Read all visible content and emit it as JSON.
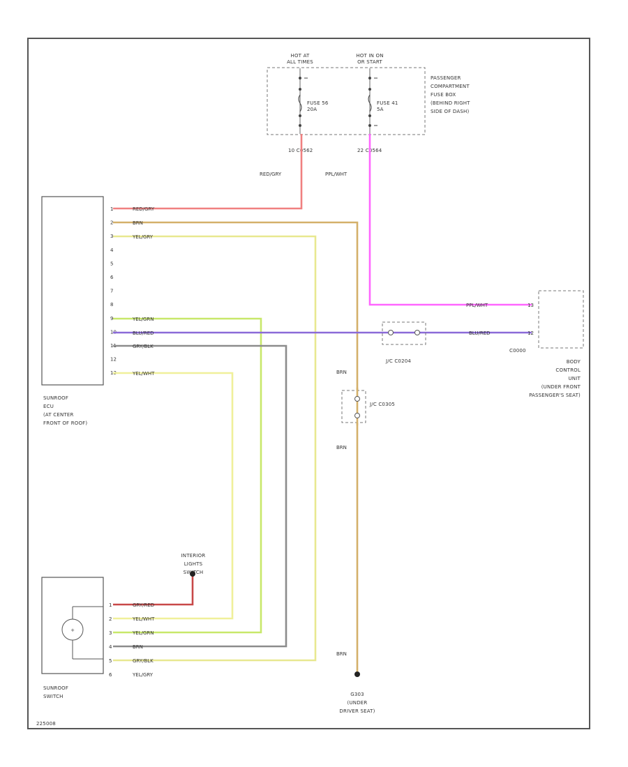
{
  "fuse_box": {
    "hot_left": [
      "HOT AT",
      "ALL TIMES"
    ],
    "hot_right": [
      "HOT IN ON",
      "OR START"
    ],
    "fuse_left": [
      "FUSE 56",
      "20A"
    ],
    "fuse_right": [
      "FUSE 41",
      "5A"
    ],
    "location": [
      "PASSENGER",
      "COMPARTMENT",
      "FUSE BOX",
      "(BEHIND RIGHT",
      "SIDE OF DASH)"
    ],
    "conn_left": "10  C0562",
    "conn_right": "22  C0564",
    "wire_left": "RED/GRY",
    "wire_right": "PPL/WHT"
  },
  "ecu": {
    "label": [
      "SUNROOF",
      "ECU",
      "(AT CENTER",
      "FRONT OF ROOF)"
    ],
    "pins": [
      "1",
      "2",
      "3",
      "4",
      "5",
      "6",
      "7",
      "8",
      "9",
      "10",
      "11",
      "12",
      "13"
    ],
    "wires": {
      "p1": "RED/GRY",
      "p2": "BRN",
      "p3": "YEL/GRY",
      "p9": "YEL/GRN",
      "p10": "BLU/RED",
      "p11": "GRY/BLK",
      "p13": "YEL/WHT"
    }
  },
  "bcu": {
    "label": [
      "BODY",
      "CONTROL",
      "UNIT",
      "(UNDER FRONT",
      "PASSENGER'S SEAT)"
    ],
    "pin_top": "13",
    "pin_bottom": "12",
    "connector": "C0000",
    "wire_top": "PPL/WHT",
    "wire_bottom": "BLU/RED"
  },
  "jc_left": "J/C C0204",
  "jc_mid": "J/C C0305",
  "brn_labels": [
    "BRN",
    "BRN",
    "BRN"
  ],
  "interior_switch": [
    "INTERIOR",
    "LIGHTS",
    "SWITCH"
  ],
  "switch": {
    "label": [
      "SUNROOF",
      "SWITCH"
    ],
    "pins": [
      "1",
      "2",
      "3",
      "4",
      "5",
      "6"
    ],
    "wires": [
      "GRY/RED",
      "YEL/WHT",
      "YEL/GRN",
      "BRN",
      "GRY/BLK",
      "YEL/GRY"
    ]
  },
  "ground": [
    "G303",
    "(UNDER",
    "DRIVER SEAT)"
  ],
  "figure_id": "225008",
  "colors": {
    "red_gry": "#f08080",
    "brn": "#d4b06a",
    "yel_gry": "#e8e890",
    "yel_grn": "#c8e86a",
    "blu_red": "#8a6ad8",
    "gry_blk": "#8c8c8c",
    "yel_wht": "#f0f09a",
    "ppl_wht": "#ff66ff",
    "gry_red": "#c84848"
  }
}
